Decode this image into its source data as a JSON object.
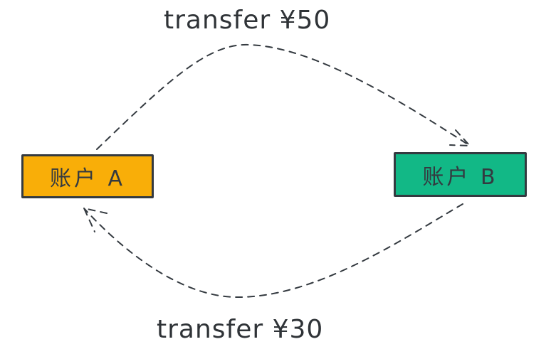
{
  "diagram": {
    "nodes": [
      {
        "id": "a",
        "label": "账户 A",
        "fill": "#f9ae08"
      },
      {
        "id": "b",
        "label": "账户 B",
        "fill": "#12b886"
      }
    ],
    "edges": [
      {
        "from": "a",
        "to": "b",
        "label": "transfer ¥50",
        "style": "dashed"
      },
      {
        "from": "b",
        "to": "a",
        "label": "transfer ¥30",
        "style": "dashed"
      }
    ],
    "stroke_color": "#343a40"
  }
}
